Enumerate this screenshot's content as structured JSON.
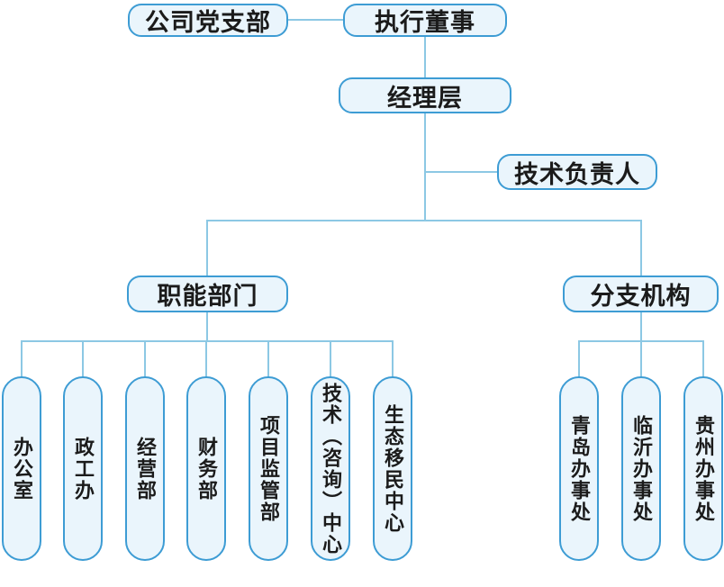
{
  "colors": {
    "box_border": "#3d9cd4",
    "box_fill": "#eaf5fc",
    "connector_line": "#8cc8e4",
    "text": "#1b1b1b",
    "background": "#ffffff"
  },
  "org_chart": {
    "nodes": {
      "party_branch": "公司党支部",
      "executive_director": "执行董事",
      "management": "经理层",
      "technical_lead": "技术负责人",
      "functional_departments": "职能部门",
      "branch_organizations": "分支机构"
    },
    "departments": [
      "办公室",
      "政工办",
      "经营部",
      "财务部",
      "项目监管部",
      "技术（咨询）中心",
      "生态移民中心"
    ],
    "branch_offices": [
      "青岛办事处",
      "临沂办事处",
      "贵州办事处"
    ]
  }
}
